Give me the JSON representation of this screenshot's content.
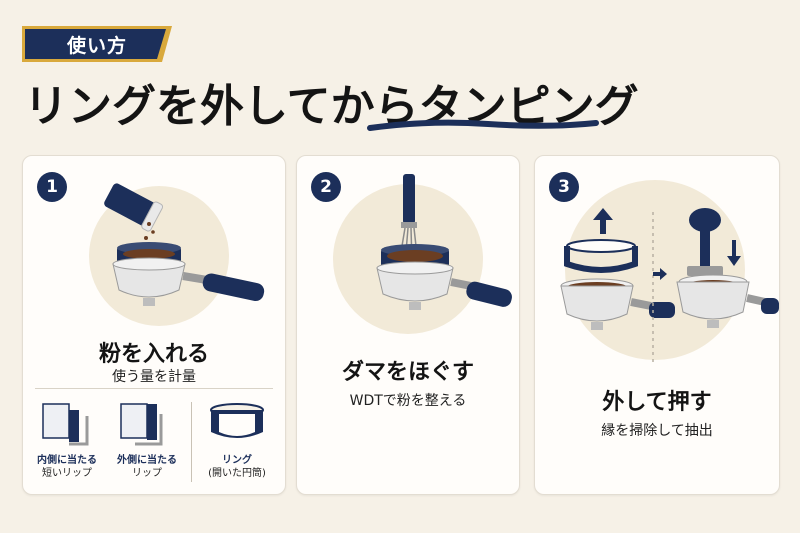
{
  "header": {
    "tag": "使い方",
    "title": "リングを外してからタンピング"
  },
  "steps": [
    {
      "number": "1",
      "heading": "粉を入れる",
      "sub": "使う量を計量",
      "notes": [
        {
          "line1": "内側に当たる",
          "line2": "短いリップ"
        },
        {
          "line1": "外側に当たる",
          "line2": "リップ"
        },
        {
          "line1": "リング",
          "line2": "(開いた円筒)"
        }
      ]
    },
    {
      "number": "2",
      "heading": "ダマをほぐす",
      "sub": "WDTで粉を整える"
    },
    {
      "number": "3",
      "heading": "外して押す",
      "sub": "縁を掃除して抽出"
    }
  ],
  "colors": {
    "navy": "#1c2f5a",
    "gold": "#d9a93c",
    "background": "#f6f1e7",
    "card": "#fffdfa",
    "coffee": "#6b3e22"
  },
  "icons": [
    "dosing-cup-icon",
    "portafilter-icon",
    "wdt-tool-icon",
    "tamper-icon",
    "arrow-up-icon",
    "arrow-down-icon",
    "arrow-right-icon"
  ]
}
